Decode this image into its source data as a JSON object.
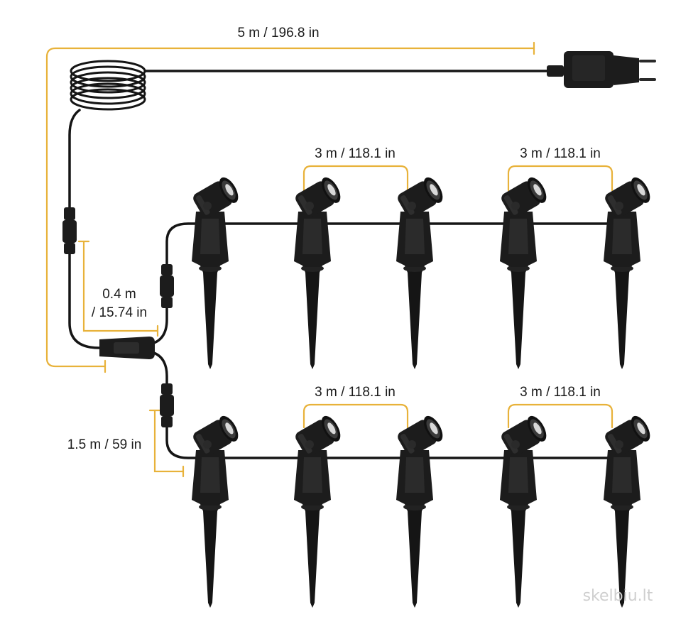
{
  "colors": {
    "dimension_line": "#e8b23a",
    "cable": "#151515",
    "fixture": "#1c1c1c",
    "fixture_highlight": "#3a3a3a",
    "lens": "#d8d8d8"
  },
  "labels": {
    "main_cable": "5 m / 196.8 in",
    "branch_top_1": "0.4 m",
    "branch_top_2": "/ 15.74 in",
    "branch_bottom": "1.5 m / 59 in",
    "spacing_top_a": "3 m / 118.1 in",
    "spacing_top_b": "3 m / 118.1 in",
    "spacing_bottom_a": "3 m / 118.1 in",
    "spacing_bottom_b": "3 m / 118.1 in",
    "watermark": "skelbiu.lt"
  },
  "icons": {
    "plug": "power-adapter-plug-icon",
    "coil": "coiled-cable-icon",
    "splitter": "y-splitter-icon",
    "connector": "inline-connector-icon",
    "spotlight": "garden-spotlight-icon"
  },
  "rows": [
    {
      "name": "top-row",
      "fixture_count": 5
    },
    {
      "name": "bottom-row",
      "fixture_count": 5
    }
  ]
}
